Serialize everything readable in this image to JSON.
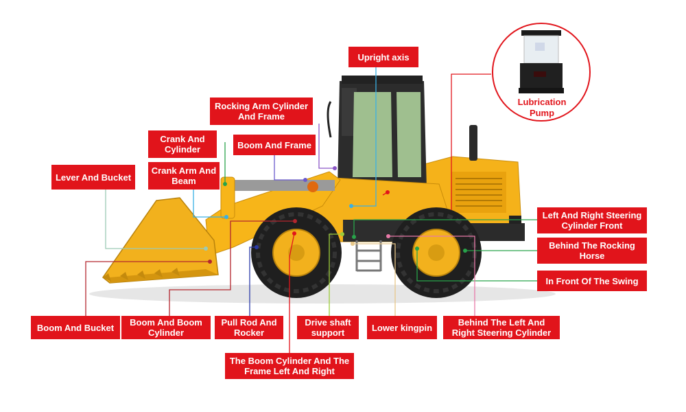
{
  "colors": {
    "label_bg": "#e1141b",
    "label_text": "#ffffff",
    "machine_yellow": "#f7b519",
    "tire": "#1f1f1f"
  },
  "pump": {
    "caption_line1": "Lubrication",
    "caption_line2": "Pump"
  },
  "labels": {
    "upright_axis": [
      "Upright axis"
    ],
    "rocking_arm_cylinder_frame": [
      "Rocking Arm Cylinder",
      "And Frame"
    ],
    "crank_and_cylinder": [
      "Crank And",
      "Cylinder"
    ],
    "boom_and_frame": [
      "Boom And Frame"
    ],
    "lever_and_bucket": [
      "Lever And Bucket"
    ],
    "crank_arm_and_beam": [
      "Crank Arm And",
      "Beam"
    ],
    "steering_cylinder_front": [
      "Left And Right Steering",
      "Cylinder Front"
    ],
    "behind_rocking_horse": [
      "Behind The Rocking",
      "Horse"
    ],
    "front_of_swing": [
      "In Front Of The Swing"
    ],
    "boom_and_bucket": [
      "Boom And Bucket"
    ],
    "boom_and_boom_cylinder": [
      "Boom And Boom",
      "Cylinder"
    ],
    "pull_rod_and_rocker": [
      "Pull Rod And",
      "Rocker"
    ],
    "drive_shaft_support": [
      "Drive shaft",
      "support"
    ],
    "lower_kingpin": [
      "Lower kingpin"
    ],
    "behind_steering_cylinder": [
      "Behind The Left And",
      "Right Steering Cylinder"
    ],
    "boom_cylinder_frame": [
      "The Boom Cylinder And The",
      "Frame Left And Right"
    ]
  }
}
